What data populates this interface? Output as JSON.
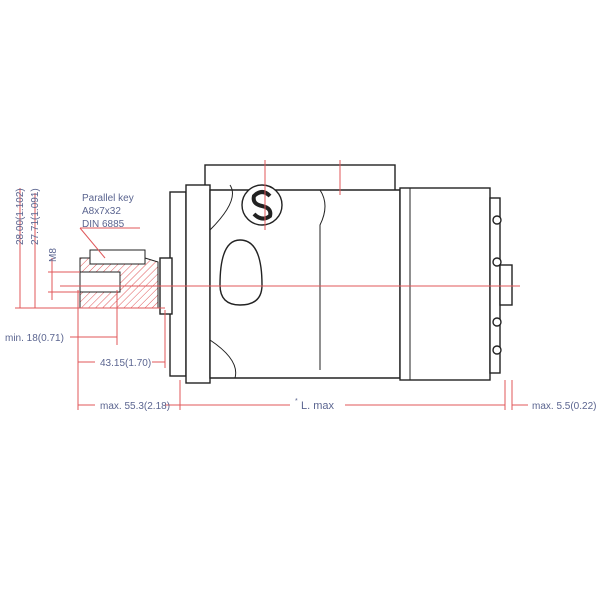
{
  "key_label": {
    "line1": "Parallel key",
    "line2": "A8x7x32",
    "line3": "DIN 6885"
  },
  "dims": {
    "d1": "28.00(1.102)",
    "d2": "27.71(1.091)",
    "thread": "M8",
    "min18": "min. 18(0.71)",
    "d4315": "43.15(1.70)",
    "max553": "max. 55.3(2.18)",
    "lmax_star": "*",
    "lmax": "L. max",
    "max55": "max. 5.5(0.22)"
  },
  "colors": {
    "dimension": "#e0575a",
    "text": "#5b6590",
    "outline": "#222222"
  }
}
